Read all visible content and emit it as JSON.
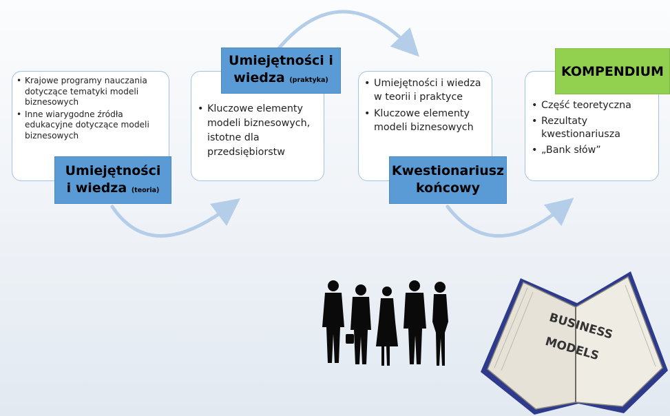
{
  "steps": [
    {
      "label_main_line1": "Umiejętności",
      "label_main_line2": "i wiedza",
      "label_small": "(teoria)",
      "bullets": [
        "Krajowe programy nauczania dotyczące tematyki modeli biznesowych",
        "Inne wiarygodne źródła edukacyjne dotyczące modeli biznesowych"
      ]
    },
    {
      "label_main_line1": "Umiejętności i",
      "label_main_line2": "wiedza",
      "label_small": "(praktyka)",
      "bullets": [
        "Kluczowe elementy modeli biznesowych, istotne dla przedsiębiorstw"
      ]
    },
    {
      "label_main_line1": "Kwestionariusz",
      "label_main_line2": "końcowy",
      "bullets": [
        "Umiejętności i wiedza w teorii i praktyce",
        "Kluczowe elementy modeli biznesowych"
      ]
    },
    {
      "label_main_line1": "KOMPENDIUM",
      "bullets": [
        "Część teoretyczna",
        "Rezultaty kwestionariusza",
        "„Bank słów”"
      ]
    }
  ],
  "book": {
    "line1": "BUSINESS",
    "line2": "MODELS"
  },
  "colors": {
    "label_blue": "#5b9bd5",
    "label_green": "#92d050",
    "card_border": "#9fc3e6",
    "arrow": "#b4cde8"
  },
  "icons": {
    "people": "business-people-silhouettes-icon",
    "book": "open-book-icon"
  }
}
